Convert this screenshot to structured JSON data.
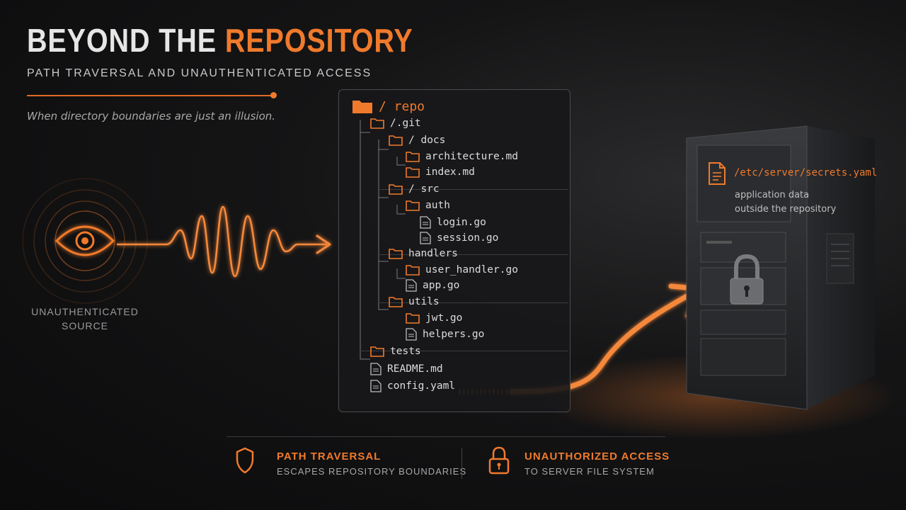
{
  "header": {
    "title_main": "BEYOND THE ",
    "title_accent": "REPOSITORY",
    "subtitle": "PATH TRAVERSAL AND UNAUTHENTICATED ACCESS",
    "tagline": "When directory boundaries are just an illusion."
  },
  "source": {
    "label_line1": "UNAUTHENTICATED",
    "label_line2": "SOURCE",
    "icon": "eye-icon"
  },
  "tree": {
    "root": "/ repo",
    "items": [
      {
        "label": "/.git",
        "icon": "folder-icon"
      },
      {
        "label": "/ docs",
        "icon": "folder-icon"
      },
      {
        "label": "architecture.md",
        "icon": "folder-icon"
      },
      {
        "label": "index.md",
        "icon": "folder-icon"
      },
      {
        "label": "/ src",
        "icon": "folder-icon"
      },
      {
        "label": "auth",
        "icon": "folder-icon"
      },
      {
        "label": "login.go",
        "icon": "file-icon"
      },
      {
        "label": "session.go",
        "icon": "file-icon"
      },
      {
        "label": "handlers",
        "icon": "folder-icon"
      },
      {
        "label": "user_handler.go",
        "icon": "folder-icon"
      },
      {
        "label": "app.go",
        "icon": "file-icon"
      },
      {
        "label": "utils",
        "icon": "folder-icon"
      },
      {
        "label": "jwt.go",
        "icon": "folder-icon"
      },
      {
        "label": "helpers.go",
        "icon": "file-icon"
      },
      {
        "label": "tests",
        "icon": "folder-icon"
      },
      {
        "label": "README.md",
        "icon": "file-icon"
      },
      {
        "label": "config.yaml",
        "icon": "file-icon"
      }
    ]
  },
  "server": {
    "path": "/etc/server/secrets.yaml",
    "desc_line1": "application data",
    "desc_line2": "outside the repository",
    "icon": "lock-icon"
  },
  "footer": {
    "feature1": {
      "title": "PATH TRAVERSAL",
      "subtitle": "ESCAPES REPOSITORY BOUNDARIES",
      "icon": "shield-icon"
    },
    "feature2": {
      "title": "UNAUTHORIZED ACCESS",
      "subtitle": "TO SERVER FILE SYSTEM",
      "icon": "lock-icon"
    }
  },
  "colors": {
    "accent": "#f07a2c",
    "background": "#111112",
    "panel": "#18181a"
  }
}
